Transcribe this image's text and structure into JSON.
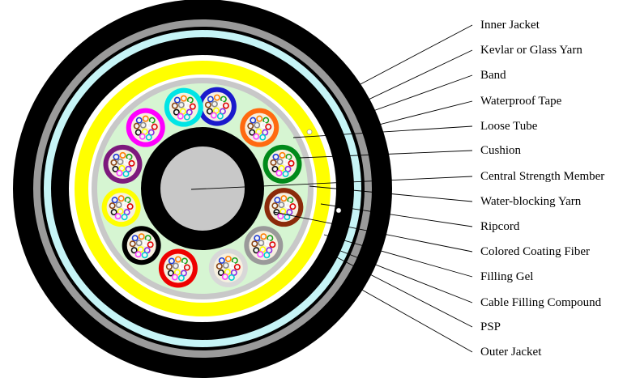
{
  "labels": [
    "Inner Jacket",
    "Kevlar or Glass Yarn",
    "Band",
    "Waterproof Tape",
    "Loose Tube",
    "Cushion",
    "Central Strength Member",
    "Water-blocking Yarn",
    "Ripcord",
    "Colored Coating Fiber",
    "Filling Gel",
    "Cable Filling Compound",
    "PSP",
    "Outer Jacket"
  ],
  "colors": {
    "outer_jacket": "#000000",
    "psp": "#9a9a9a",
    "kevlar": "#c6f4f6",
    "cushion": "#ffff00",
    "tape": "#c8c8c8",
    "filling_compound": "#d6f5d2",
    "central_member": "#c8c8c8",
    "tube_ring_colors": [
      "#1a1acc",
      "#ff6a10",
      "#008a1a",
      "#8b2a0a",
      "#9a9a9a",
      "#d8d8d8",
      "#ee0000",
      "#000000",
      "#ffff00",
      "#7d1a7d",
      "#ff00ff",
      "#00e5e5"
    ],
    "fiber_colors": [
      "#1f3cd6",
      "#ff7f00",
      "#1aa01a",
      "#8b4513",
      "#8c8c8c",
      "#ffffff",
      "#e00000",
      "#111111",
      "#ffff00",
      "#8a2be2",
      "#ff40ff",
      "#00d0d0"
    ]
  }
}
